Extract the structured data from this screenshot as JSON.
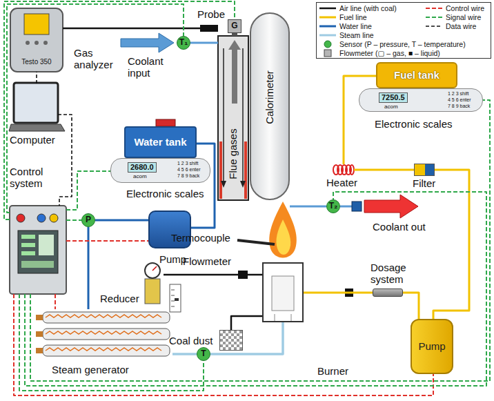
{
  "diagram": {
    "nodes": [
      {
        "text": [
          "Probe"
        ]
      },
      {
        "text": [
          "Testo 350",
          "Gas analyzer"
        ]
      },
      {
        "text": [
          "G"
        ]
      },
      {
        "text": [
          "T₁"
        ]
      },
      {
        "text": [
          "Computer"
        ]
      },
      {
        "text": [
          "Water tank"
        ]
      },
      {
        "text": [
          "2680.0",
          "acom",
          "1 2 3 shift",
          "4 5 6 enter",
          "7 8 9 back",
          "Electronic scales"
        ]
      },
      {
        "text": [
          "Calorimeter"
        ]
      },
      {
        "text": [
          "Flue gases"
        ]
      },
      {
        "text": [
          "Fuel tank"
        ]
      },
      {
        "text": [
          "7250.5",
          "acom",
          "1 2 3 shift",
          "4 5 6 enter",
          "7 8 9 back",
          "Electronic scales"
        ]
      },
      {
        "text": [
          "Control system"
        ]
      },
      {
        "text": [
          "Pump"
        ]
      },
      {
        "text": [
          "Heater"
        ]
      },
      {
        "text": [
          "Filter"
        ]
      },
      {
        "text": [
          "T₂"
        ]
      },
      {
        "text": [
          "P"
        ]
      },
      {
        "text": [
          "Reducer"
        ]
      },
      {
        "text": [
          "Flowmeter"
        ]
      },
      {
        "text": [
          "Burner"
        ]
      },
      {
        "text": [
          "Dosage system"
        ]
      },
      {
        "text": [
          "Pump"
        ]
      },
      {
        "text": [
          "Coal dust"
        ]
      },
      {
        "text": [
          "Steam generator"
        ]
      },
      {
        "text": [
          "T"
        ]
      }
    ],
    "edges": [
      {
        "from": 1,
        "to": 0,
        "arrow": "none"
      },
      {
        "from": 4,
        "to": 1,
        "arrow": "none"
      },
      {
        "from": 4,
        "to": 11,
        "arrow": "none"
      },
      {
        "from": 5,
        "to": 12,
        "arrow": "none"
      },
      {
        "from": 12,
        "to": 16,
        "arrow": "none"
      },
      {
        "from": 16,
        "to": 23,
        "arrow": "none"
      },
      {
        "from": 23,
        "to": 24,
        "arrow": "none"
      },
      {
        "from": 24,
        "to": 19,
        "arrow": "none"
      },
      {
        "from": 9,
        "to": 13,
        "arrow": "none"
      },
      {
        "from": 13,
        "to": 14,
        "arrow": "none"
      },
      {
        "from": 14,
        "to": 21,
        "arrow": "none"
      },
      {
        "from": 21,
        "to": 20,
        "arrow": "none"
      },
      {
        "from": 20,
        "to": 19,
        "arrow": "none"
      },
      {
        "from": 17,
        "to": 18,
        "arrow": "none"
      },
      {
        "from": 18,
        "to": 19,
        "arrow": "none"
      },
      {
        "from": 22,
        "to": 19,
        "arrow": "none"
      },
      {
        "from": 11,
        "to": 12,
        "arrow": "none"
      },
      {
        "from": 11,
        "to": 23,
        "arrow": "none"
      },
      {
        "from": 11,
        "to": 21,
        "arrow": "none"
      },
      {
        "from": 11,
        "to": 3,
        "arrow": "none"
      },
      {
        "from": 11,
        "to": 16,
        "arrow": "none"
      },
      {
        "from": 11,
        "to": 24,
        "arrow": "none"
      },
      {
        "from": 11,
        "to": 15,
        "arrow": "none"
      },
      {
        "from": 11,
        "to": 6,
        "arrow": "none"
      },
      {
        "from": 11,
        "to": 10,
        "arrow": "none"
      },
      {
        "from": 11,
        "to": 2,
        "arrow": "none"
      }
    ],
    "labels": [
      "Coolant input",
      "Termocouple",
      "Coolant out"
    ],
    "legend": [
      {
        "text": "Air line (with coal)"
      },
      {
        "text": "Fuel line"
      },
      {
        "text": "Water line"
      },
      {
        "text": "Steam line"
      },
      {
        "text": "Sensor (P – pressure, T – temperature)"
      },
      {
        "text": "Flowmeter (▢ – gas, ■ – liquid)"
      },
      {
        "text": "Control wire"
      },
      {
        "text": "Signal wire"
      },
      {
        "text": "Data wire"
      }
    ]
  }
}
